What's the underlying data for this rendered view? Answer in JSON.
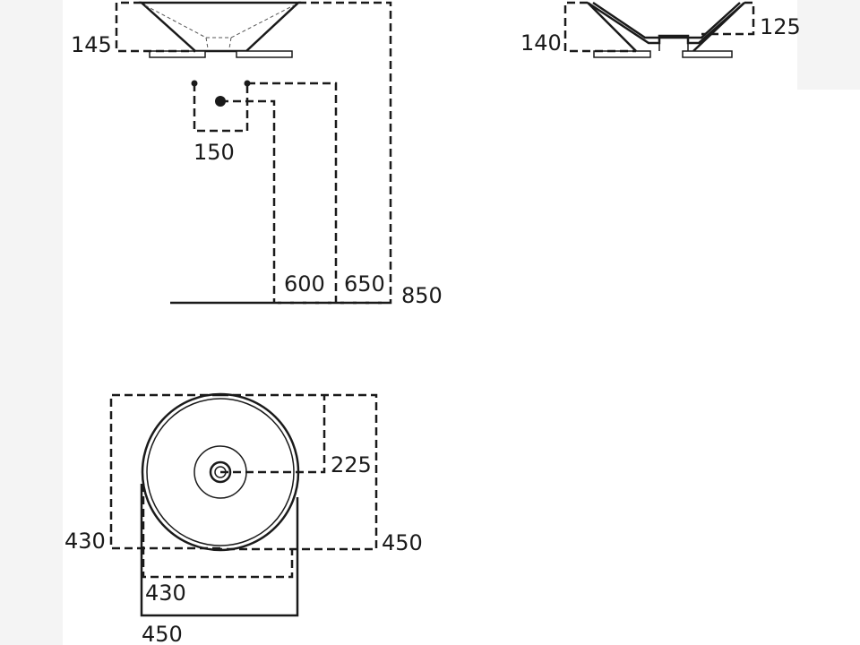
{
  "diagram": {
    "dimensions": {
      "side_view_height": "145",
      "waste_width": "150",
      "waste_height": "600",
      "supply_height": "650",
      "overall_height": "850",
      "section_height": "140",
      "section_inner_height": "125",
      "plan_center_offset": "225",
      "plan_depth_inner": "430",
      "plan_depth_outer": "450",
      "plan_width_inner": "430",
      "plan_width_outer": "450"
    }
  }
}
